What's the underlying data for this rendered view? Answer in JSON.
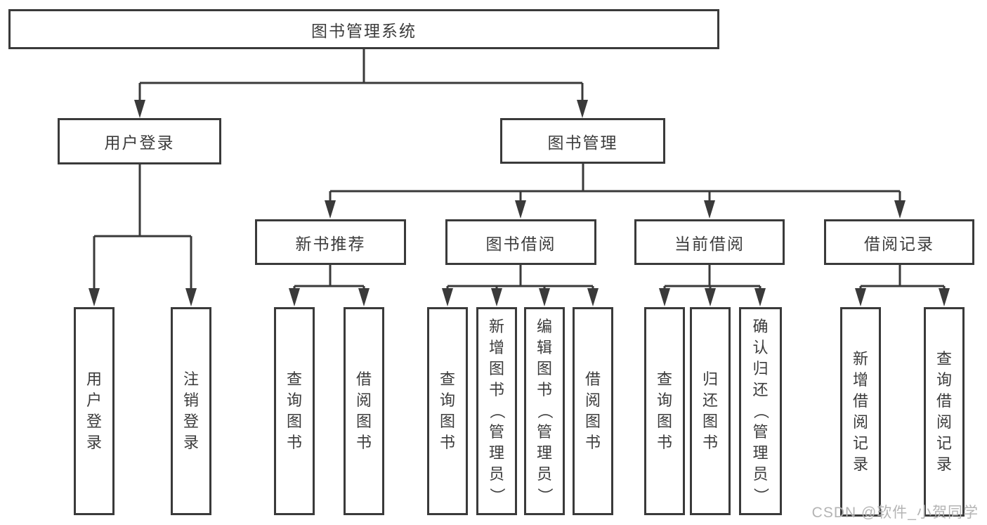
{
  "colors": {
    "line": "#3a3a3a",
    "text": "#3c3c3c",
    "background": "#ffffff",
    "watermark": "#b4b4b4"
  },
  "tree": {
    "root": {
      "label": "图书管理系统"
    },
    "branches": [
      {
        "label": "用户登录",
        "children": [
          {
            "label": "用户登录"
          },
          {
            "label": "注销登录"
          }
        ]
      },
      {
        "label": "图书管理",
        "children": [
          {
            "label": "新书推荐",
            "children": [
              {
                "label": "查询图书"
              },
              {
                "label": "借阅图书"
              }
            ]
          },
          {
            "label": "图书借阅",
            "children": [
              {
                "label": "查询图书"
              },
              {
                "label": "新增图书（管理员）"
              },
              {
                "label": "编辑图书（管理员）"
              },
              {
                "label": "借阅图书"
              }
            ]
          },
          {
            "label": "当前借阅",
            "children": [
              {
                "label": "查询图书"
              },
              {
                "label": "归还图书"
              },
              {
                "label": "确认归还（管理员）"
              }
            ]
          },
          {
            "label": "借阅记录",
            "children": [
              {
                "label": "新增借阅记录"
              },
              {
                "label": "查询借阅记录"
              }
            ]
          }
        ]
      }
    ]
  },
  "watermark": {
    "text": "CSDN @软件_小贺同学"
  }
}
